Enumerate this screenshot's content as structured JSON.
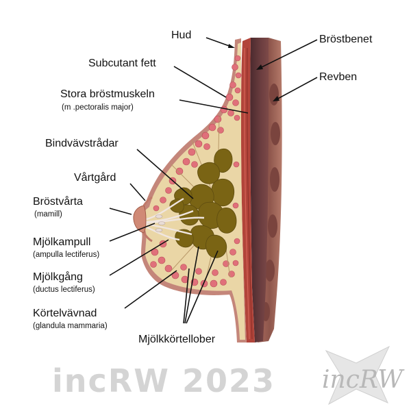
{
  "labels": {
    "skin": "Hud",
    "sternum": "Bröstbenet",
    "subcutaneous_fat": "Subcutant fett",
    "ribs": "Revben",
    "pectoralis": "Stora bröstmuskeln",
    "pectoralis_latin": "(m .pectoralis major)",
    "ligaments": "Bindvävstrådar",
    "areola": "Vårtgård",
    "nipple": "Bröstvårta",
    "nipple_latin": "(mamill)",
    "ampulla": "Mjölkampull",
    "ampulla_latin": "(ampulla lectiferus)",
    "duct": "Mjölkgång",
    "duct_latin": "(ductus lectiferus)",
    "gland": "Körtelvävnad",
    "gland_latin": "(glandula mammaria)",
    "lobes": "Mjölkkörtellober"
  },
  "watermark": {
    "text": "incRW 2023",
    "logo_text": "incRW"
  },
  "colors": {
    "skin": "#b97d6e",
    "fat": "#ead6a6",
    "fat_lobule": "#e0707a",
    "gland": "#7a6414",
    "muscle": "#b2443a",
    "rib": "#8a5048",
    "sternum": "#5a3236"
  }
}
